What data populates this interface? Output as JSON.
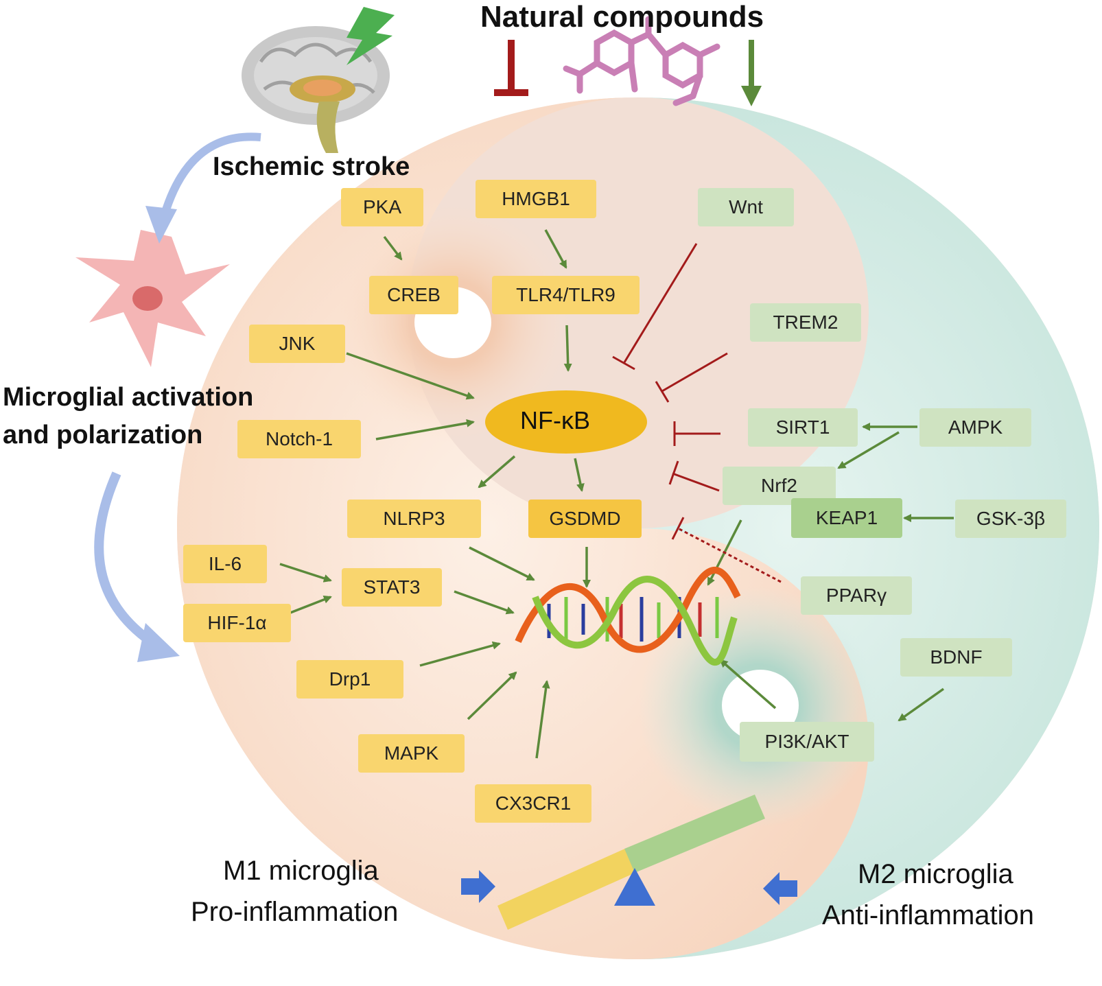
{
  "top": {
    "natural_compounds": "Natural compounds",
    "ischemic_stroke": "Ischemic stroke"
  },
  "left": {
    "line1": "Microglial activation",
    "line2": "and polarization"
  },
  "center": {
    "nfkb": "NF-κB"
  },
  "m1": {
    "line1": "M1 microglia",
    "line2": "Pro-inflammation"
  },
  "m2": {
    "line1": "M2 microglia",
    "line2": "Anti-inflammation"
  },
  "pro_nodes": {
    "pka": "PKA",
    "hmgb1": "HMGB1",
    "creb": "CREB",
    "tlr": "TLR4/TLR9",
    "jnk": "JNK",
    "notch": "Notch-1",
    "nlrp3": "NLRP3",
    "gsdmd": "GSDMD",
    "il6": "IL-6",
    "stat3": "STAT3",
    "hif": "HIF-1α",
    "drp1": "Drp1",
    "mapk": "MAPK",
    "cx3cr1": "CX3CR1"
  },
  "anti_nodes": {
    "wnt": "Wnt",
    "trem2": "TREM2",
    "sirt1": "SIRT1",
    "ampk": "AMPK",
    "nrf2": "Nrf2",
    "keap1": "KEAP1",
    "gsk": "GSK-3β",
    "ppar": "PPARγ",
    "bdnf": "BDNF",
    "pi3k": "PI3K/AKT"
  },
  "colors": {
    "pro_bg": "#fbe3d1",
    "anti_bg": "#d4ece6",
    "pro_box": "#f9d56e",
    "anti_box": "#cfe3c1",
    "activate": "#5b8a3a",
    "inhibit": "#a31b1b",
    "blue_arrow": "#3f6fd1",
    "flow_arrow": "#a9bde8"
  }
}
